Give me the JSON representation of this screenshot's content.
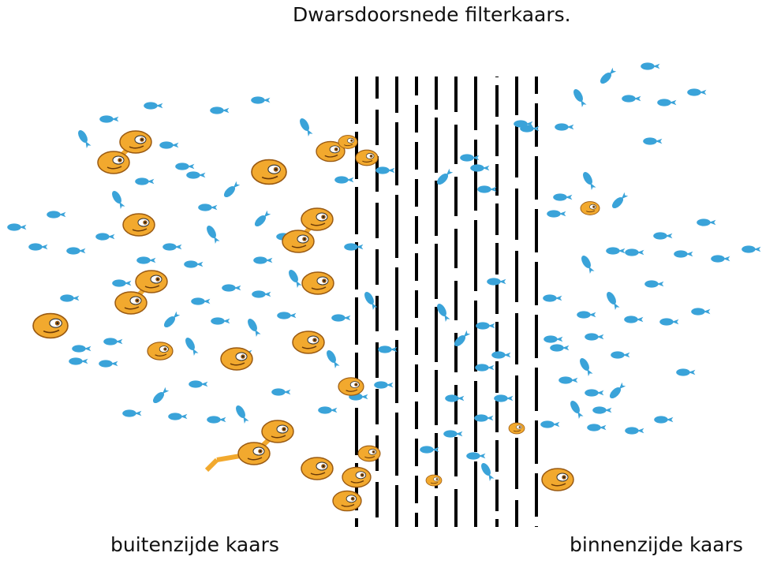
{
  "title": "Dwarsdoorsnede filterkaars.",
  "labels": {
    "outside": "buitenzijde kaars",
    "inside": "binnenzijde kaars"
  },
  "colors": {
    "water": "#3aa3d9",
    "dirt": "#f2a92e",
    "dirt_outline": "#9a5a12",
    "filter": "#000000"
  },
  "icons": {
    "water": "water-droplet-icon",
    "dirt": "dirt-particle-icon"
  }
}
